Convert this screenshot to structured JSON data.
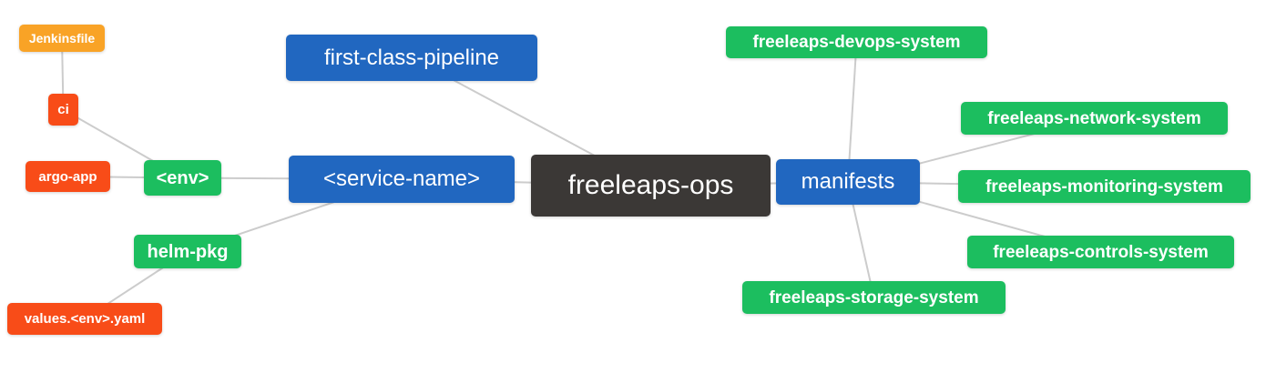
{
  "diagram": {
    "colors": {
      "amber": "#F9A326",
      "orange": "#F84C18",
      "green": "#1CBE5F",
      "blue": "#2167C0",
      "dark": "#3B3836",
      "line": "#CCCCCC"
    },
    "nodes": [
      {
        "id": "jenkinsfile",
        "label": "Jenkinsfile"
      },
      {
        "id": "ci",
        "label": "ci"
      },
      {
        "id": "argo-app",
        "label": "argo-app"
      },
      {
        "id": "env",
        "label": "<env>"
      },
      {
        "id": "helm-pkg",
        "label": "helm-pkg"
      },
      {
        "id": "values-env-yaml",
        "label": "values.<env>.yaml"
      },
      {
        "id": "first-class-pipeline",
        "label": "first-class-pipeline"
      },
      {
        "id": "service-name",
        "label": "<service-name>"
      },
      {
        "id": "freeleaps-ops",
        "label": "freeleaps-ops"
      },
      {
        "id": "manifests",
        "label": "manifests"
      },
      {
        "id": "freeleaps-devops-system",
        "label": "freeleaps-devops-system"
      },
      {
        "id": "freeleaps-network-system",
        "label": "freeleaps-network-system"
      },
      {
        "id": "freeleaps-monitoring-system",
        "label": "freeleaps-monitoring-system"
      },
      {
        "id": "freeleaps-controls-system",
        "label": "freeleaps-controls-system"
      },
      {
        "id": "freeleaps-storage-system",
        "label": "freeleaps-storage-system"
      }
    ],
    "edges": [
      {
        "from": "jenkinsfile",
        "to": "ci"
      },
      {
        "from": "ci",
        "to": "env"
      },
      {
        "from": "argo-app",
        "to": "env"
      },
      {
        "from": "env",
        "to": "service-name"
      },
      {
        "from": "helm-pkg",
        "to": "service-name"
      },
      {
        "from": "values-env-yaml",
        "to": "helm-pkg"
      },
      {
        "from": "first-class-pipeline",
        "to": "freeleaps-ops"
      },
      {
        "from": "service-name",
        "to": "freeleaps-ops"
      },
      {
        "from": "freeleaps-ops",
        "to": "manifests"
      },
      {
        "from": "manifests",
        "to": "freeleaps-devops-system"
      },
      {
        "from": "manifests",
        "to": "freeleaps-network-system"
      },
      {
        "from": "manifests",
        "to": "freeleaps-monitoring-system"
      },
      {
        "from": "manifests",
        "to": "freeleaps-controls-system"
      },
      {
        "from": "manifests",
        "to": "freeleaps-storage-system"
      }
    ]
  }
}
